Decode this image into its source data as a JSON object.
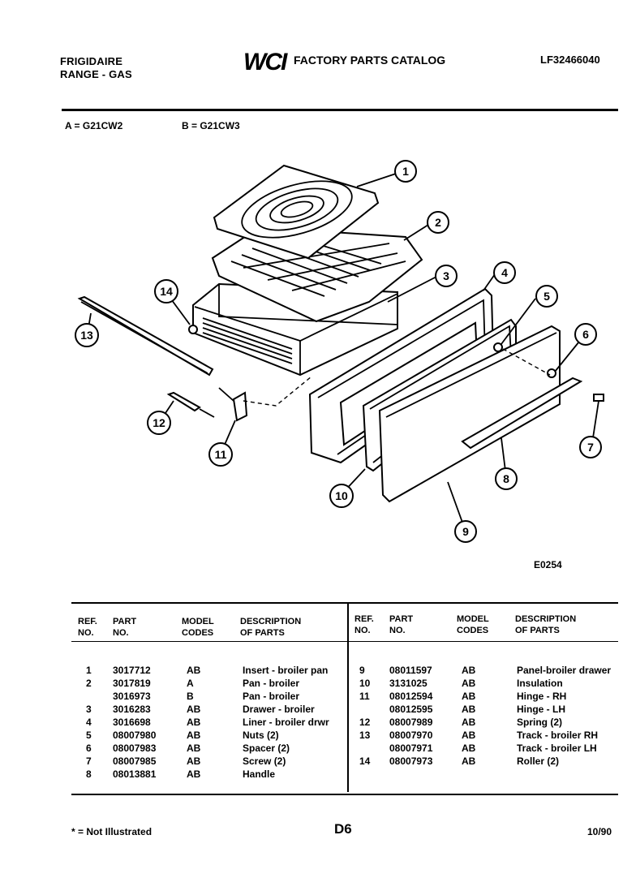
{
  "header": {
    "brand": "FRIGIDAIRE",
    "product": "RANGE - GAS",
    "logo": "WCI",
    "catalog_title": "FACTORY PARTS CATALOG",
    "doc_number": "LF32466040"
  },
  "models": {
    "a": "A = G21CW2",
    "b": "B = G21CW3"
  },
  "diagram": {
    "code": "E0254",
    "callouts": [
      "1",
      "2",
      "3",
      "4",
      "5",
      "6",
      "7",
      "8",
      "9",
      "10",
      "11",
      "12",
      "13",
      "14"
    ]
  },
  "table": {
    "headers": {
      "ref": "REF.\nNO.",
      "part": "PART\nNO.",
      "model": "MODEL\nCODES",
      "desc": "DESCRIPTION\nOF PARTS"
    },
    "left_rows": [
      {
        "ref": "1",
        "part": "3017712",
        "model": "AB",
        "desc": "Insert - broiler pan"
      },
      {
        "ref": "2",
        "part": "3017819",
        "model": "A",
        "desc": "Pan - broiler"
      },
      {
        "ref": "",
        "part": "3016973",
        "model": "B",
        "desc": "Pan - broiler"
      },
      {
        "ref": "3",
        "part": "3016283",
        "model": "AB",
        "desc": "Drawer - broiler"
      },
      {
        "ref": "4",
        "part": "3016698",
        "model": "AB",
        "desc": "Liner - broiler drwr"
      },
      {
        "ref": "5",
        "part": "08007980",
        "model": "AB",
        "desc": "Nuts (2)"
      },
      {
        "ref": "6",
        "part": "08007983",
        "model": "AB",
        "desc": "Spacer (2)"
      },
      {
        "ref": "7",
        "part": "08007985",
        "model": "AB",
        "desc": "Screw (2)"
      },
      {
        "ref": "8",
        "part": "08013881",
        "model": "AB",
        "desc": "Handle"
      }
    ],
    "right_rows": [
      {
        "ref": "9",
        "part": "08011597",
        "model": "AB",
        "desc": "Panel-broiler drawer"
      },
      {
        "ref": "10",
        "part": "3131025",
        "model": "AB",
        "desc": "Insulation"
      },
      {
        "ref": "11",
        "part": "08012594",
        "model": "AB",
        "desc": "Hinge - RH"
      },
      {
        "ref": "",
        "part": "08012595",
        "model": "AB",
        "desc": "Hinge - LH"
      },
      {
        "ref": "12",
        "part": "08007989",
        "model": "AB",
        "desc": "Spring (2)"
      },
      {
        "ref": "13",
        "part": "08007970",
        "model": "AB",
        "desc": "Track - broiler RH"
      },
      {
        "ref": "",
        "part": "08007971",
        "model": "AB",
        "desc": "Track - broiler LH"
      },
      {
        "ref": "14",
        "part": "08007973",
        "model": "AB",
        "desc": "Roller (2)"
      }
    ]
  },
  "footer": {
    "note": "* = Not Illustrated",
    "page": "D6",
    "date": "10/90"
  }
}
